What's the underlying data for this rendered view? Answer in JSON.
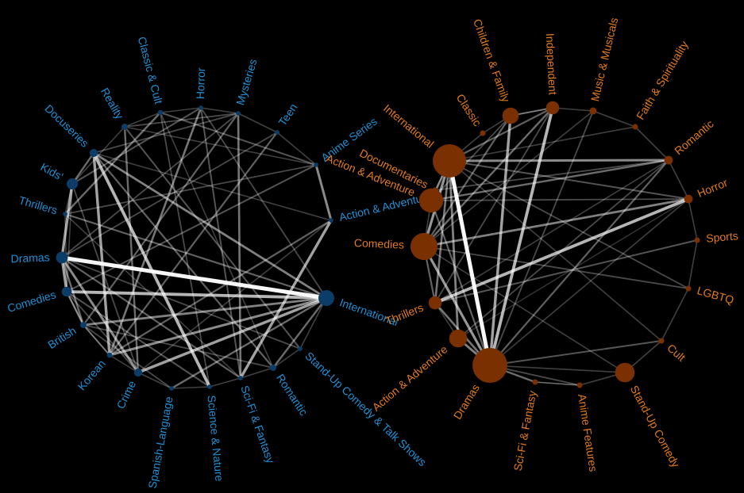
{
  "colors": {
    "tv_label": "#1f8fd4",
    "tv_node": "#0b3d68",
    "movie_label": "#e07a1a",
    "movie_node": "#7a3000",
    "edge": "#ffffff",
    "background": "#000000"
  },
  "tv": {
    "nodes": [
      {
        "label": "Horror",
        "weight": 0.05
      },
      {
        "label": "Mysteries",
        "weight": 0.05
      },
      {
        "label": "Teen",
        "weight": 0.05
      },
      {
        "label": "Anime Series",
        "weight": 0.05
      },
      {
        "label": "Action & Adventure",
        "weight": 0.05
      },
      {
        "label": "International",
        "weight": 1.0
      },
      {
        "label": "Stand-Up Comedy & Talk Shows",
        "weight": 0.05
      },
      {
        "label": "Romantic",
        "weight": 0.2
      },
      {
        "label": "Sci-Fi & Fantasy",
        "weight": 0.05
      },
      {
        "label": "Science & Nature",
        "weight": 0.05
      },
      {
        "label": "Spanish-Language",
        "weight": 0.05
      },
      {
        "label": "Crime",
        "weight": 0.35
      },
      {
        "label": "Korean",
        "weight": 0.1
      },
      {
        "label": "British",
        "weight": 0.2
      },
      {
        "label": "Comedies",
        "weight": 0.5
      },
      {
        "label": "Dramas",
        "weight": 0.65
      },
      {
        "label": "Thrillers",
        "weight": 0.05
      },
      {
        "label": "Kids'",
        "weight": 0.6
      },
      {
        "label": "Docuseries",
        "weight": 0.35
      },
      {
        "label": "Reality",
        "weight": 0.2
      },
      {
        "label": "Classic & Cult",
        "weight": 0.1
      }
    ],
    "edges": [
      [
        15,
        5,
        1.0
      ],
      [
        14,
        5,
        0.7
      ],
      [
        18,
        9,
        0.7
      ],
      [
        18,
        12,
        0.6
      ],
      [
        15,
        17,
        0.6
      ],
      [
        15,
        14,
        0.6
      ],
      [
        11,
        5,
        0.6
      ],
      [
        8,
        4,
        0.6
      ],
      [
        3,
        4,
        0.5
      ],
      [
        15,
        11,
        0.5
      ],
      [
        12,
        5,
        0.5
      ],
      [
        18,
        5,
        0.45
      ],
      [
        13,
        5,
        0.45
      ],
      [
        1,
        8,
        0.4
      ],
      [
        0,
        12,
        0.4
      ],
      [
        20,
        16,
        0.35
      ],
      [
        19,
        11,
        0.35
      ],
      [
        17,
        18,
        0.35
      ],
      [
        14,
        13,
        0.35
      ],
      [
        15,
        13,
        0.35
      ],
      [
        7,
        5,
        0.35
      ],
      [
        10,
        5,
        0.35
      ],
      [
        2,
        12,
        0.3
      ],
      [
        4,
        12,
        0.3
      ],
      [
        1,
        13,
        0.3
      ],
      [
        16,
        5,
        0.3
      ],
      [
        18,
        7,
        0.3
      ],
      [
        15,
        8,
        0.3
      ],
      [
        17,
        0,
        0.25
      ],
      [
        20,
        3,
        0.25
      ],
      [
        19,
        6,
        0.25
      ],
      [
        3,
        14,
        0.25
      ],
      [
        0,
        8,
        0.25
      ],
      [
        14,
        9,
        0.25
      ],
      [
        13,
        12,
        0.25
      ],
      [
        16,
        3,
        0.2
      ],
      [
        19,
        1,
        0.2
      ],
      [
        17,
        11,
        0.2
      ],
      [
        15,
        1,
        0.2
      ],
      [
        14,
        11,
        0.2
      ],
      [
        2,
        15,
        0.2
      ],
      [
        6,
        15,
        0.2
      ],
      [
        20,
        9,
        0.2
      ],
      [
        18,
        1,
        0.2
      ],
      [
        0,
        5,
        0.2
      ],
      [
        10,
        13,
        0.2
      ],
      [
        7,
        13,
        0.2
      ],
      [
        16,
        8,
        0.15
      ],
      [
        14,
        17,
        0.15
      ],
      [
        11,
        4,
        0.15
      ],
      [
        20,
        7,
        0.15
      ],
      [
        19,
        3,
        0.15
      ],
      [
        18,
        4,
        0.15
      ],
      [
        0,
        1,
        0.15
      ],
      [
        1,
        2,
        0.15
      ],
      [
        2,
        3,
        0.15
      ],
      [
        9,
        10,
        0.15
      ],
      [
        10,
        11,
        0.15
      ],
      [
        11,
        12,
        0.15
      ],
      [
        12,
        13,
        0.15
      ],
      [
        13,
        14,
        0.15
      ],
      [
        14,
        16,
        0.15
      ],
      [
        16,
        17,
        0.15
      ],
      [
        17,
        19,
        0.15
      ],
      [
        19,
        20,
        0.15
      ],
      [
        20,
        0,
        0.15
      ],
      [
        5,
        6,
        0.15
      ],
      [
        6,
        7,
        0.15
      ],
      [
        7,
        8,
        0.15
      ],
      [
        8,
        9,
        0.15
      ]
    ]
  },
  "movies": {
    "nodes": [
      {
        "label": "Independent",
        "weight": 0.3
      },
      {
        "label": "Music & Musicals",
        "weight": 0.1
      },
      {
        "label": "Faith & Spirituality",
        "weight": 0.05
      },
      {
        "label": "Romantic",
        "weight": 0.15
      },
      {
        "label": "Horror",
        "weight": 0.15
      },
      {
        "label": "Sports",
        "weight": 0.05
      },
      {
        "label": "LGBTQ",
        "weight": 0.05
      },
      {
        "label": "Cult",
        "weight": 0.05
      },
      {
        "label": "Stand-Up Comedy",
        "weight": 0.5
      },
      {
        "label": "Anime Features",
        "weight": 0.05
      },
      {
        "label": "Sci-Fi & Fantasy",
        "weight": 0.05
      },
      {
        "label": "Dramas",
        "weight": 1.0
      },
      {
        "label": "Action & Adventure",
        "weight": 0.45
      },
      {
        "label": "Thrillers",
        "weight": 0.3
      },
      {
        "label": "Comedies",
        "weight": 0.75
      },
      {
        "label": "Action & Adventure",
        "weight": 0.65
      },
      {
        "label": "Documentaries",
        "weight": 0.05
      },
      {
        "label": "International",
        "weight": 0.95
      },
      {
        "label": "Classic",
        "weight": 0.05
      },
      {
        "label": "Children & Family",
        "weight": 0.4
      }
    ],
    "edges": [
      [
        11,
        17,
        1.0
      ],
      [
        13,
        4,
        0.7
      ],
      [
        11,
        0,
        0.7
      ],
      [
        11,
        19,
        0.6
      ],
      [
        14,
        17,
        0.55
      ],
      [
        11,
        14,
        0.55
      ],
      [
        17,
        3,
        0.5
      ],
      [
        14,
        4,
        0.45
      ],
      [
        12,
        17,
        0.45
      ],
      [
        11,
        12,
        0.45
      ],
      [
        15,
        17,
        0.4
      ],
      [
        11,
        13,
        0.4
      ],
      [
        17,
        13,
        0.4
      ],
      [
        11,
        10,
        0.35
      ],
      [
        14,
        0,
        0.35
      ],
      [
        15,
        3,
        0.35
      ],
      [
        11,
        3,
        0.3
      ],
      [
        14,
        13,
        0.3
      ],
      [
        17,
        0,
        0.3
      ],
      [
        11,
        15,
        0.3
      ],
      [
        14,
        19,
        0.3
      ],
      [
        11,
        7,
        0.25
      ],
      [
        13,
        5,
        0.25
      ],
      [
        17,
        4,
        0.25
      ],
      [
        19,
        0,
        0.25
      ],
      [
        11,
        1,
        0.2
      ],
      [
        15,
        4,
        0.2
      ],
      [
        12,
        3,
        0.2
      ],
      [
        14,
        6,
        0.2
      ],
      [
        17,
        6,
        0.2
      ],
      [
        13,
        0,
        0.2
      ],
      [
        11,
        9,
        0.2
      ],
      [
        16,
        3,
        0.2
      ],
      [
        19,
        15,
        0.2
      ],
      [
        14,
        1,
        0.15
      ],
      [
        11,
        4,
        0.15
      ],
      [
        17,
        7,
        0.15
      ],
      [
        10,
        9,
        0.15
      ],
      [
        12,
        13,
        0.15
      ],
      [
        0,
        1,
        0.15
      ],
      [
        1,
        2,
        0.15
      ],
      [
        2,
        3,
        0.15
      ],
      [
        3,
        4,
        0.15
      ],
      [
        4,
        5,
        0.15
      ],
      [
        5,
        6,
        0.15
      ],
      [
        6,
        7,
        0.15
      ],
      [
        7,
        8,
        0.15
      ],
      [
        8,
        9,
        0.15
      ],
      [
        9,
        10,
        0.15
      ],
      [
        14,
        15,
        0.15
      ],
      [
        15,
        16,
        0.15
      ],
      [
        16,
        17,
        0.15
      ],
      [
        17,
        18,
        0.15
      ],
      [
        18,
        19,
        0.15
      ],
      [
        19,
        0,
        0.15
      ],
      [
        11,
        8,
        0.15
      ],
      [
        14,
        8,
        0.15
      ],
      [
        17,
        2,
        0.15
      ],
      [
        13,
        3,
        0.15
      ],
      [
        12,
        4,
        0.1
      ]
    ]
  }
}
